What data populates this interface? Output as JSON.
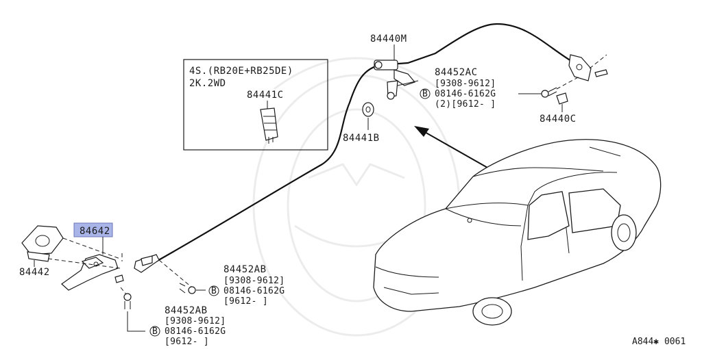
{
  "inset": {
    "line1": "4S.(RB20E+RB25DE)",
    "line2": "2K.2WD",
    "part": "84441C"
  },
  "labels": {
    "cable": "84440M",
    "grommet": "84441B",
    "clip": "84440C",
    "bracket_side": "84442",
    "handle_highlighted": "84642",
    "bracket_top": "84452AC",
    "bracket_mid": "84452AB",
    "bracket_bottom": "84452AB"
  },
  "callouts": {
    "top": {
      "symbol": "B",
      "range1": "[9308-9612]",
      "bolt": "08146-6162G",
      "range2": "(2)[9612-      ]"
    },
    "mid": {
      "symbol": "B",
      "range1": "[9308-9612]",
      "bolt": "08146-6162G",
      "range2": "[9612-      ]"
    },
    "bottom": {
      "symbol": "B",
      "range1": "[9308-9612]",
      "bolt": "08146-6162G",
      "range2": "[9612-      ]"
    }
  },
  "highlight_color": "#a9b4e8",
  "footer": "A844✱ 0061"
}
